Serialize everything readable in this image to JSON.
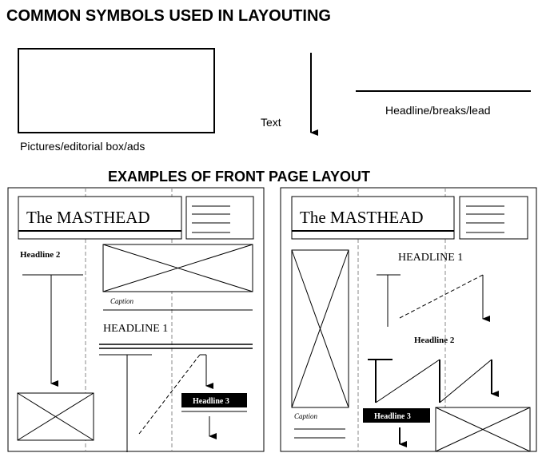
{
  "title": "COMMON SYMBOLS USED IN LAYOUTING",
  "symbols": {
    "picture_label": "Pictures/editorial box/ads",
    "text_label": "Text",
    "headline_label": "Headline/breaks/lead"
  },
  "examples_title": "EXAMPLES OF FRONT PAGE LAYOUT",
  "layout_left": {
    "masthead": "The MASTHEAD",
    "headline_2": "Headline 2",
    "caption": "Caption",
    "headline_1": "HEADLINE 1",
    "headline_3": "Headline 3"
  },
  "layout_right": {
    "masthead": "The MASTHEAD",
    "headline_1": "HEADLINE 1",
    "headline_2": "Headline 2",
    "caption": "Caption",
    "headline_3": "Headline 3"
  }
}
